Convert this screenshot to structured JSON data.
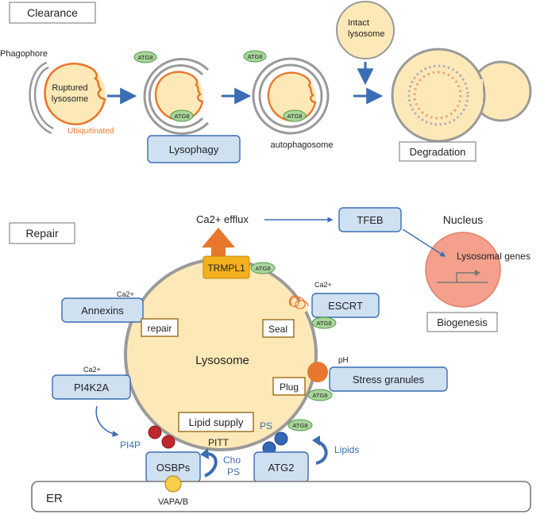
{
  "clearance": {
    "section_label": "Clearance",
    "phagophore_label": "Phagophore",
    "ruptured_label_line1": "Ruptured",
    "ruptured_label_line2": "lysosome",
    "ubiquitinated_label": "Ubiquitinated",
    "atg8": "ATG8",
    "lysophagy_label": "Lysophagy",
    "autophagosome_label": "autophagosome",
    "intact_label_line1": "Intact",
    "intact_label_line2": "lysosome",
    "degradation_label": "Degradation"
  },
  "repair": {
    "section_label": "Repair",
    "ca_efflux": "Ca2+ efflux",
    "tfeb": "TFEB",
    "nucleus": "Nucleus",
    "lysosomal_genes": "Lysosomal genes",
    "biogenesis": "Biogenesis",
    "trpml1": "TRMPL1",
    "atg8": "ATG8",
    "ca2": "Ca2+",
    "annexins": "Annexins",
    "escrt": "ESCRT",
    "repair_box": "repair",
    "seal_box": "Seal",
    "lysosome": "Lysosome",
    "ph": "pH",
    "pi4k2a": "PI4K2A",
    "plug_box": "Plug",
    "stress_granules": "Stress granules",
    "lipid_supply": "Lipid supply",
    "pitt": "PITT",
    "ps": "PS",
    "pi4p": "PI4P",
    "cho": "Cho",
    "osbps": "OSBPs",
    "atg2": "ATG2",
    "lipids": "Lipids",
    "er": "ER",
    "vapab": "VAPA/B"
  },
  "colors": {
    "lysosome_fill": "#fde9b8",
    "membrane_gray": "#9a9a9a",
    "orange": "#e8772e",
    "blue_arrow": "#3a6db3",
    "box_fill": "#cfe0f1",
    "box_stroke": "#3a6db3",
    "atg8_fill": "#a9d59b",
    "atg8_stroke": "#4e9a48",
    "nucleus_fill": "#f4a08c",
    "pi4p_red": "#c0272d",
    "ps_blue": "#3466b8",
    "vap_yellow": "#f7cf4c"
  }
}
